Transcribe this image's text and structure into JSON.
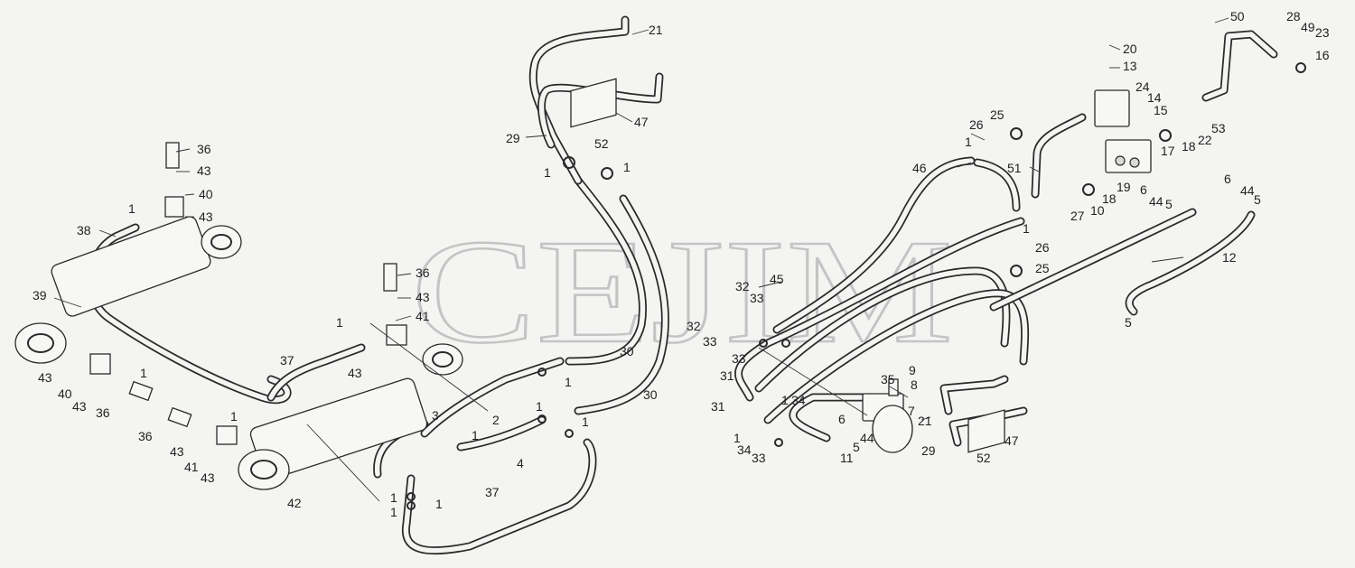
{
  "watermark": "CEJIM",
  "callout_labels": {
    "c21a": "21",
    "c29a": "29",
    "c47a": "47",
    "c52a": "52",
    "c1a": "1",
    "c1b": "1",
    "c36a": "36",
    "c43a": "43",
    "c40a": "40",
    "c43b": "43",
    "c1c": "1",
    "c38": "38",
    "c39": "39",
    "c43c": "43",
    "c40b": "40",
    "c43d": "43",
    "c1d": "1",
    "c36b": "36",
    "c36c": "36",
    "c43e": "43",
    "c41a": "41",
    "c43f": "43",
    "c1e": "1",
    "c42": "42",
    "c36d": "36",
    "c43g": "43",
    "c1f": "1",
    "c41b": "41",
    "c43h": "43",
    "c37a": "37",
    "c1g": "1",
    "c1h": "1",
    "c1i": "1",
    "c1j": "1",
    "c2": "2",
    "c3": "3",
    "c1k": "1",
    "c4": "4",
    "c1l": "1",
    "c1m": "1",
    "c37b": "37",
    "c30a": "30",
    "c30b": "30",
    "c32a": "32",
    "c33a": "33",
    "c32b": "32",
    "c33b": "33",
    "c33c": "33",
    "c45": "45",
    "c31a": "31",
    "c31b": "31",
    "c1n": "1",
    "c34a": "34",
    "c1o": "1",
    "c34b": "34",
    "c33d": "33",
    "c35": "35",
    "c9": "9",
    "c8": "8",
    "c7": "7",
    "c21b": "21",
    "c6a": "6",
    "c44a": "44",
    "c5a": "5",
    "c11": "11",
    "c29b": "29",
    "c47b": "47",
    "c52b": "52",
    "c46": "46",
    "c26a": "26",
    "c1p": "1",
    "c25a": "25",
    "c51": "51",
    "c1q": "1",
    "c26b": "26",
    "c25b": "25",
    "c20": "20",
    "c13": "13",
    "c24": "24",
    "c14": "14",
    "c15": "15",
    "c17": "17",
    "c18a": "18",
    "c22": "22",
    "c53": "53",
    "c19": "19",
    "c6b": "6",
    "c44b": "44",
    "c5b": "5",
    "c10": "10",
    "c18b": "18",
    "c27": "27",
    "c6c": "6",
    "c44c": "44",
    "c5c": "5",
    "c12": "12",
    "c5d": "5",
    "c50": "50",
    "c28": "28",
    "c49": "49",
    "c23": "23",
    "c16": "16"
  }
}
